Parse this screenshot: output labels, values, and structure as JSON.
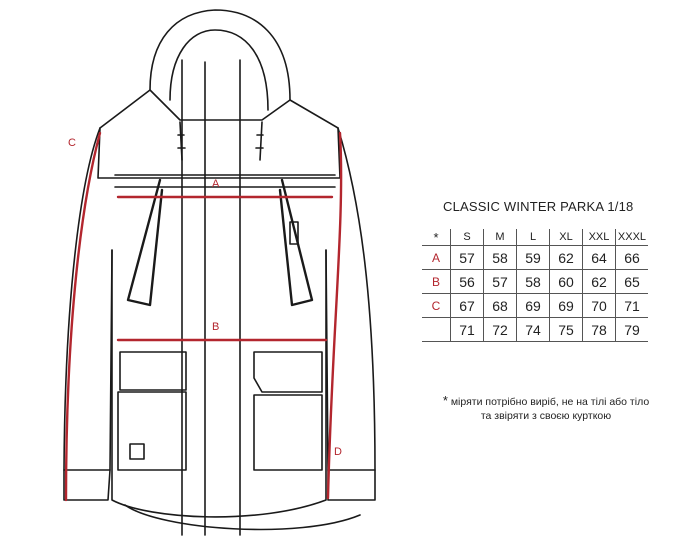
{
  "title": "CLASSIC WINTER PARKA 1/18",
  "measure_labels": {
    "a": "A",
    "b": "B",
    "c": "C",
    "d": "D"
  },
  "table": {
    "corner": "*",
    "sizes": [
      "S",
      "M",
      "L",
      "XL",
      "XXL",
      "XXXL"
    ],
    "rows": [
      {
        "label": "A",
        "values": [
          "57",
          "58",
          "59",
          "62",
          "64",
          "66"
        ]
      },
      {
        "label": "B",
        "values": [
          "56",
          "57",
          "58",
          "60",
          "62",
          "65"
        ]
      },
      {
        "label": "C",
        "values": [
          "67",
          "68",
          "69",
          "69",
          "70",
          "71"
        ]
      },
      {
        "label": "",
        "values": [
          "71",
          "72",
          "74",
          "75",
          "78",
          "79"
        ]
      }
    ]
  },
  "note": {
    "star": "*",
    "line1": "міряти потрібно виріб, не на тілі або тіло",
    "line2": "та звіряти з своєю курткою"
  },
  "colors": {
    "measure": "#b3262e",
    "outline": "#1a1a1a"
  }
}
